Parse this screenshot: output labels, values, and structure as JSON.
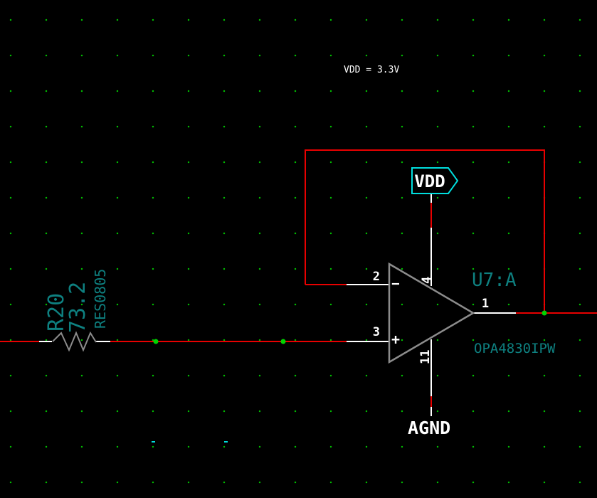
{
  "app": {
    "view": "schematic-canvas"
  },
  "colors": {
    "background": "#000000",
    "wire_red": "#e80000",
    "pin_white": "#ffffff",
    "component_gray": "#8c8c8c",
    "label_teal": "#0e8080",
    "power_flag_cyan": "#00dede",
    "junction_green": "#00d400",
    "grid_dot_green": "#00bf00"
  },
  "annotations": {
    "supply_note": "VDD = 3.3V"
  },
  "power_flag": {
    "label": "VDD"
  },
  "ground": {
    "label": "AGND"
  },
  "opamp": {
    "reference": "U7:A",
    "part_number": "OPA4830IPW",
    "pins": {
      "inverting": "2",
      "noninverting": "3",
      "vplus": "4",
      "vminus": "11",
      "output": "1"
    },
    "polarity": {
      "minus": "−",
      "plus": "+"
    }
  },
  "resistor": {
    "reference": "R20",
    "value": "73.2",
    "footprint": "RES0805"
  }
}
